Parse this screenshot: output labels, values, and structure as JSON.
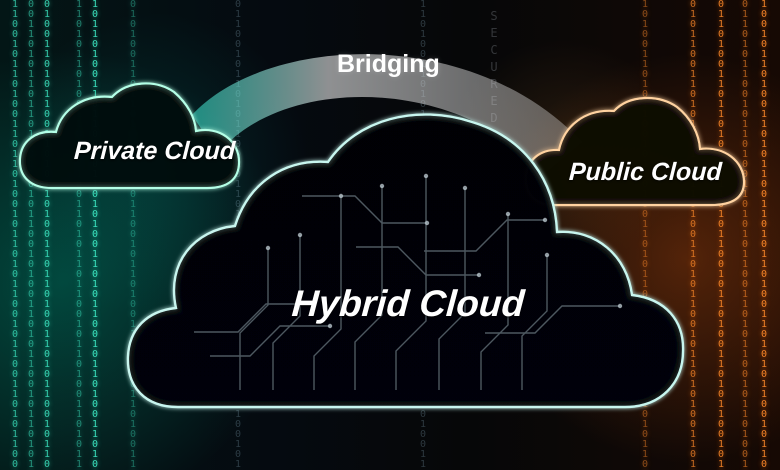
{
  "image": {
    "labels": {
      "bridge": "Bridging",
      "private": "Private Cloud",
      "public": "Public Cloud",
      "hybrid": "Hybrid Cloud"
    },
    "background_text": {
      "secured": [
        "S",
        "E",
        "C",
        "U",
        "R",
        "E",
        "D"
      ]
    },
    "colors": {
      "left_accent": "#3ff0c9",
      "right_accent": "#ff8a2a",
      "cloud_outline": "#b4ffe7",
      "public_outline": "#ffd2a0",
      "hybrid_outline": "#c8f6ef",
      "bridge_fill": "#d9d9d9",
      "background": "#05080b"
    }
  }
}
